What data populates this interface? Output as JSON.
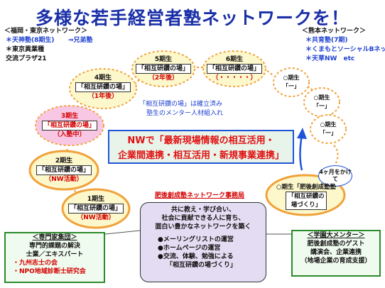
{
  "title": "多様な若手経営者塾ネットワークを！",
  "left_network": {
    "heading": "＜福岡・東京ネットワーク＞",
    "line1a": "＊天神塾(8期生)",
    "line1b": "⇒兄弟塾",
    "line2": "＊東京異業種",
    "line3": "交流プラザ21"
  },
  "right_network": {
    "heading": "＜熊本ネットワーク＞",
    "line1": "＊共育塾(7期)",
    "line2": "＊くまもとソーシャルBネット",
    "line3": "＊天草NW　etc"
  },
  "cohorts": {
    "c4": {
      "name": "4期生",
      "place": "「相互研鑽の場」",
      "status": "（1年後）"
    },
    "c5": {
      "name": "5期生",
      "place": "「相互研鑽の場」",
      "status": "（2年後）"
    },
    "c6": {
      "name": "6期生",
      "place": "「相互研鑽の場」",
      "status": "（・・・・・）"
    },
    "c3": {
      "name": "3期生",
      "place": "「相互研鑽の場」",
      "status": "（入塾中）"
    },
    "c2": {
      "name": "2期生",
      "place": "「相互研鑽の場」",
      "status": "（NW活動）"
    },
    "c1": {
      "name": "1期生",
      "place": "「相互研鑽の場」",
      "status": "（NW活動）"
    },
    "o1": {
      "name": "○期生",
      "place": "「一」"
    },
    "o2": {
      "name": "○期生",
      "place": "「一」"
    },
    "o3": {
      "name": "○期生",
      "place": "「一」"
    }
  },
  "established_note": {
    "line1": "「相互研鑽の場」は確立済み",
    "line2": "塾生のメンター人材組入れ"
  },
  "center_box": {
    "line1": "NWで「最新現場情報の相互活用・",
    "line2": "企業間連携・相互活用・新規事業連携」"
  },
  "bubble": {
    "line1": "4ヶ月をかけ",
    "line2": "て"
  },
  "new_cohort": {
    "line1": "○期生「肥後創成塾塾",
    "line2": "「相互研鑽の",
    "line3": "場づくり」"
  },
  "hq": {
    "label": "肥後創成塾ネットワーク事務局",
    "text1": "共に教え・学び合い、",
    "text2": "社会に貢献できる人に育ち、",
    "text3": "面白い豊かなネットワークを築く",
    "bullets": [
      "●メーリングリストの運営",
      "●ホームページの運営",
      "●交流、体験、勉強による",
      "「相互研鑽の場づくり」"
    ]
  },
  "experts": {
    "heading": "＜専門家集団＞",
    "line1": "専門的課題の解決",
    "line2": "士業／エキスパート",
    "item1": "・九州志士の会",
    "item2": "・NPO地域診断士研究会"
  },
  "mentors": {
    "heading": "＜学園大メンター＞",
    "line1": "肥後創成塾のゲスト",
    "line2": "講演会、企業連携",
    "line3": "（地場企業の育成支援）"
  },
  "colors": {
    "title": "#1a2fa8",
    "accent_red": "#d40000",
    "accent_blue": "#1c3fd0",
    "ellipse_yellow": "#fdf7cc",
    "ellipse_orange": "#f6a23a",
    "ellipse_pink": "#f8c7e4",
    "hq_purple": "#e4dcf2",
    "center_green": "#e8f4ea"
  }
}
